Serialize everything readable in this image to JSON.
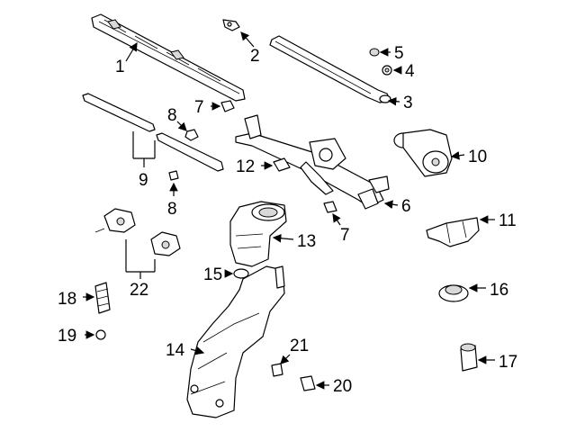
{
  "diagram": {
    "type": "exploded-parts-diagram",
    "callouts": [
      {
        "id": "c1",
        "label": "1"
      },
      {
        "id": "c2",
        "label": "2"
      },
      {
        "id": "c3",
        "label": "3"
      },
      {
        "id": "c4",
        "label": "4"
      },
      {
        "id": "c5",
        "label": "5"
      },
      {
        "id": "c6",
        "label": "6"
      },
      {
        "id": "c7a",
        "label": "7"
      },
      {
        "id": "c7b",
        "label": "7"
      },
      {
        "id": "c8a",
        "label": "8"
      },
      {
        "id": "c8b",
        "label": "8"
      },
      {
        "id": "c9",
        "label": "9"
      },
      {
        "id": "c10",
        "label": "10"
      },
      {
        "id": "c11",
        "label": "11"
      },
      {
        "id": "c12",
        "label": "12"
      },
      {
        "id": "c13",
        "label": "13"
      },
      {
        "id": "c14",
        "label": "14"
      },
      {
        "id": "c15",
        "label": "15"
      },
      {
        "id": "c16",
        "label": "16"
      },
      {
        "id": "c17",
        "label": "17"
      },
      {
        "id": "c18",
        "label": "18"
      },
      {
        "id": "c19",
        "label": "19"
      },
      {
        "id": "c20",
        "label": "20"
      },
      {
        "id": "c21",
        "label": "21"
      },
      {
        "id": "c22",
        "label": "22"
      }
    ]
  }
}
